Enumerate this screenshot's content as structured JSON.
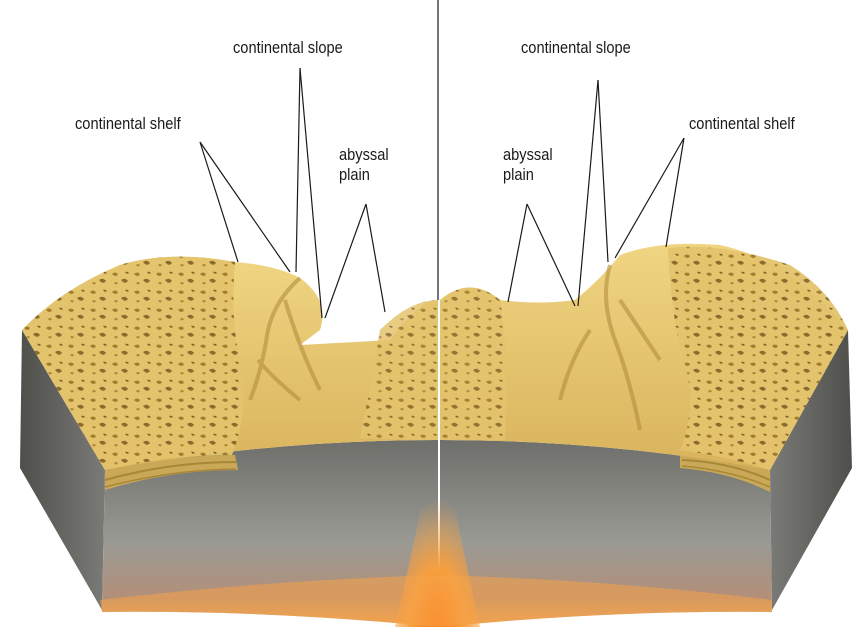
{
  "labels": {
    "left_slope": "continental slope",
    "left_shelf": "continental shelf",
    "left_abyssal": "abyssal plain",
    "right_slope": "continental slope",
    "right_shelf": "continental shelf",
    "right_abyssal": "abyssal plain"
  },
  "colors": {
    "sediment_top": "#e6c46a",
    "sediment_dark": "#b08a34",
    "rock_grey": "#8c8c88",
    "magma": "#f08a20",
    "background": "#ffffff"
  }
}
